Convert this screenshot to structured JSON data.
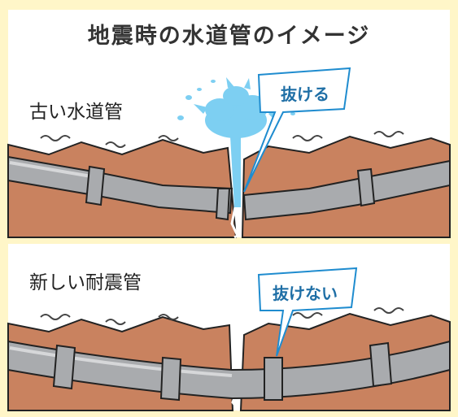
{
  "title": "地震時の水道管のイメージ",
  "panels": [
    {
      "label": "古い水道管",
      "callout": "抜ける"
    },
    {
      "label": "新しい耐震管",
      "callout": "抜けない"
    }
  ],
  "colors": {
    "background": "#fff6c8",
    "panel": "#ffffff",
    "soil": "#c9825f",
    "pipe": "#a9abae",
    "water": "#7dcff2",
    "callout_border": "#1f8ccf"
  }
}
